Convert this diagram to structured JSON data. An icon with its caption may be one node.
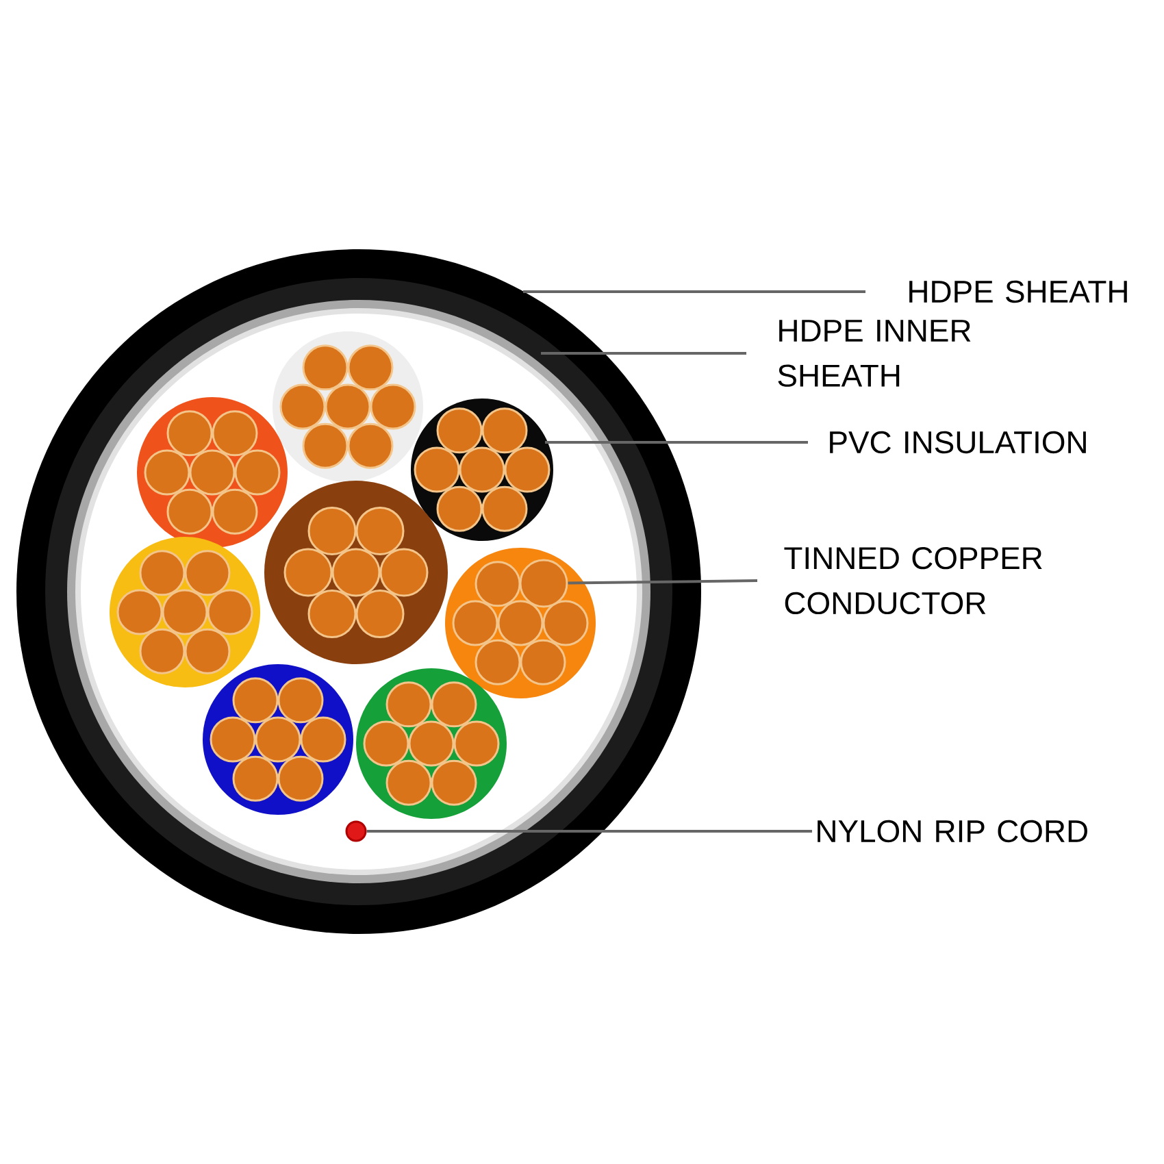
{
  "diagram": {
    "nodes": [
      {
        "text": [
          "HDPE SHEATH"
        ]
      },
      {
        "text": [
          "HDPE INNER SHEATH"
        ]
      },
      {
        "text": [
          "PVC INSULATION"
        ]
      },
      {
        "text": [
          "TINNED COPPER CONDUCTOR"
        ]
      },
      {
        "text": [
          "NYLON RIP CORD"
        ]
      },
      {
        "text": [],
        "shape": "circle"
      },
      {
        "text": [],
        "shape": "circle"
      }
    ],
    "edges": [
      {
        "from": 0,
        "to": null,
        "arrow": "none"
      },
      {
        "from": 1,
        "to": null,
        "arrow": "none"
      },
      {
        "from": 2,
        "to": null,
        "arrow": "none"
      },
      {
        "from": 3,
        "to": 5,
        "arrow": "none"
      },
      {
        "from": 4,
        "to": 6,
        "arrow": "none"
      }
    ]
  }
}
